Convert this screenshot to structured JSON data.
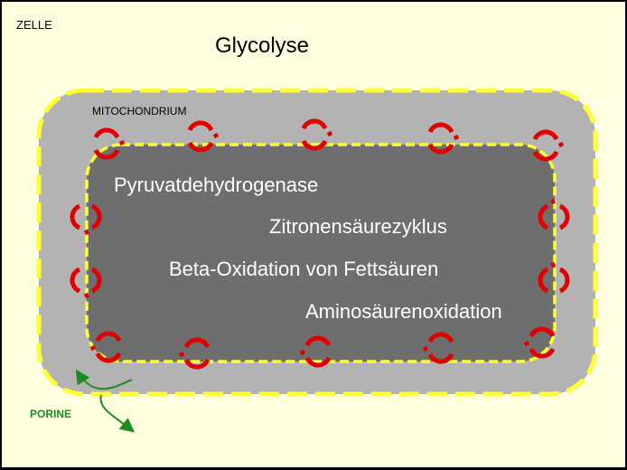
{
  "labels": {
    "cell": "ZELLE",
    "glycolysis": "Glycolyse",
    "mitochondrion": "MITOCHONDRIUM",
    "porin": "PORINE"
  },
  "processes": [
    "Pyruvatdehydrogenase",
    "Zitronensäurezyklus",
    "Beta-Oxidation von Fettsäuren",
    "Aminosäurenoxidation"
  ],
  "colors": {
    "cell_fill": "#FFFFE0",
    "border": "#000000",
    "outer_compartment": "#B3B3B3",
    "inner_compartment": "#6E6E6E",
    "membrane_dash": "#FFFF33",
    "channel": "#E00000",
    "porin": "#1E8C1E",
    "process_text": "#FFFFFF",
    "label_text": "#000000"
  }
}
